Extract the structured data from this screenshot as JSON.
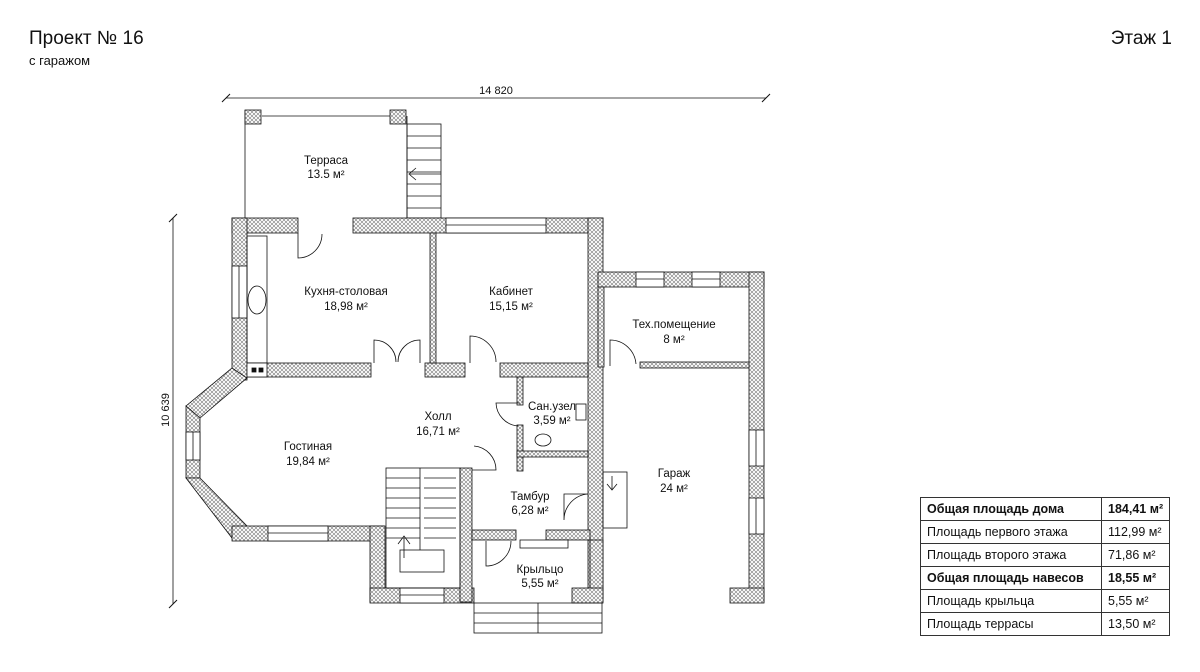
{
  "header": {
    "title": "Проект № 16",
    "subtitle": "с гаражом",
    "floor": "Этаж 1"
  },
  "dimensions": {
    "width": "14 820",
    "height": "10 639"
  },
  "rooms": {
    "terrace": {
      "name": "Терраса",
      "area": "13.5 м²"
    },
    "kitchen": {
      "name": "Кухня-столовая",
      "area": "18,98 м²"
    },
    "office": {
      "name": "Кабинет",
      "area": "15,15 м²"
    },
    "tech": {
      "name": "Тех.помещение",
      "area": "8 м²"
    },
    "hall": {
      "name": "Холл",
      "area": "16,71 м²"
    },
    "bathroom": {
      "name": "Сан.узел",
      "area": "3,59 м²"
    },
    "living": {
      "name": "Гостиная",
      "area": "19,84 м²"
    },
    "garage": {
      "name": "Гараж",
      "area": "24 м²"
    },
    "vestibule": {
      "name": "Тамбур",
      "area": "6,28 м²"
    },
    "porch": {
      "name": "Крыльцо",
      "area": "5,55 м²"
    }
  },
  "area_table": [
    {
      "label": "Общая площадь дома",
      "value": "184,41 м²",
      "bold": true
    },
    {
      "label": "Площадь первого этажа",
      "value": "112,99 м²",
      "bold": false
    },
    {
      "label": "Площадь второго этажа",
      "value": "71,86 м²",
      "bold": false
    },
    {
      "label": "Общая площадь навесов",
      "value": "18,55 м²",
      "bold": true
    },
    {
      "label": "Площадь крыльца",
      "value": "5,55 м²",
      "bold": false
    },
    {
      "label": "Площадь террасы",
      "value": "13,50 м²",
      "bold": false
    }
  ]
}
